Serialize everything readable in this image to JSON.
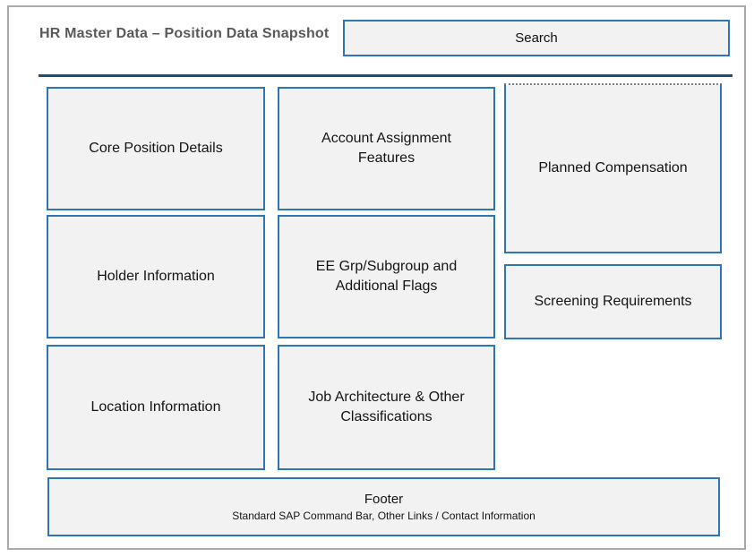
{
  "header": {
    "title": "HR Master Data – Position Data Snapshot",
    "search_label": "Search"
  },
  "cards": {
    "core_position_details": "Core Position Details",
    "account_assignment_features": "Account Assignment Features",
    "planned_compensation": "Planned Compensation",
    "holder_information": "Holder Information",
    "ee_grp_subgroup": "EE Grp/Subgroup and Additional Flags",
    "screening_requirements": "Screening Requirements",
    "location_information": "Location Information",
    "job_architecture": "Job Architecture & Other Classifications"
  },
  "footer": {
    "title": "Footer",
    "subtitle": "Standard SAP Command Bar, Other Links / Contact Information"
  },
  "colors": {
    "frame_border": "#a9a9a9",
    "title_text": "#595959",
    "divider": "#1f4e79",
    "box_border": "#2e75b6",
    "box_fill": "#f2f2f2",
    "box_text": "#141414"
  }
}
